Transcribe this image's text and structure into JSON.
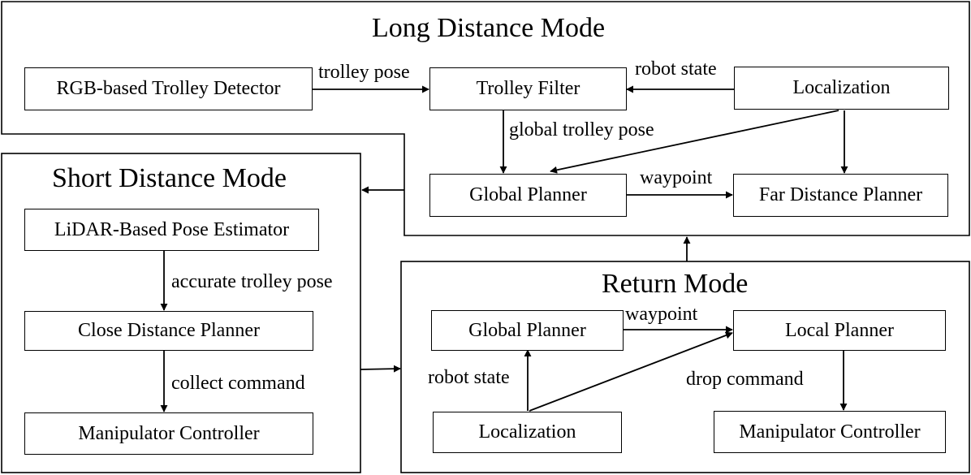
{
  "long_mode": {
    "title": "Long Distance Mode",
    "boxes": {
      "rgb_detector": "RGB-based Trolley Detector",
      "trolley_filter": "Trolley Filter",
      "localization": "Localization",
      "global_planner": "Global Planner",
      "far_planner": "Far Distance Planner"
    },
    "edges": {
      "trolley_pose": "trolley pose",
      "robot_state": "robot state",
      "global_trolley_pose": "global trolley pose",
      "waypoint": "waypoint"
    }
  },
  "short_mode": {
    "title": "Short Distance Mode",
    "boxes": {
      "lidar_estimator": "LiDAR-Based Pose Estimator",
      "close_planner": "Close Distance Planner",
      "manipulator": "Manipulator Controller"
    },
    "edges": {
      "accurate_pose": "accurate trolley pose",
      "collect_command": "collect command"
    }
  },
  "return_mode": {
    "title": "Return Mode",
    "boxes": {
      "global_planner": "Global Planner",
      "local_planner": "Local Planner",
      "localization": "Localization",
      "manipulator": "Manipulator Controller"
    },
    "edges": {
      "waypoint": "waypoint",
      "robot_state": "robot state",
      "drop_command": "drop command"
    }
  }
}
